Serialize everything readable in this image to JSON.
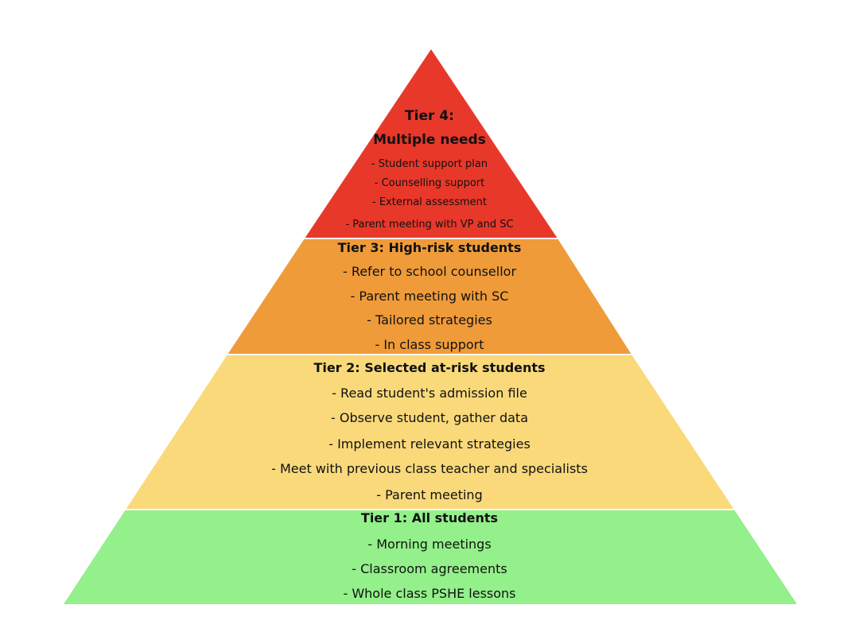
{
  "colors": {
    "tier4": "#e8382a",
    "tier3": "#ef9b3a",
    "tier2": "#f9d97a",
    "tier1": "#93f08a"
  },
  "tier4": {
    "label": "Tier 4:",
    "title": "Multiple needs",
    "items": [
      "- Student support plan",
      "- Counselling support",
      "- External assessment",
      "- Parent meeting with VP and SC"
    ]
  },
  "tier3": {
    "title": "Tier 3: High-risk students",
    "items": [
      "- Refer to school counsellor",
      "- Parent meeting with SC",
      "- Tailored strategies",
      "- In class support"
    ]
  },
  "tier2": {
    "title": "Tier 2: Selected at-risk students",
    "items": [
      "- Read student's admission file",
      "- Observe student, gather data",
      "- Implement relevant strategies",
      "- Meet with previous class teacher and specialists",
      "- Parent meeting"
    ]
  },
  "tier1": {
    "title": "Tier 1: All students",
    "items": [
      "- Morning meetings",
      "- Classroom agreements",
      "- Whole class PSHE lessons"
    ]
  }
}
